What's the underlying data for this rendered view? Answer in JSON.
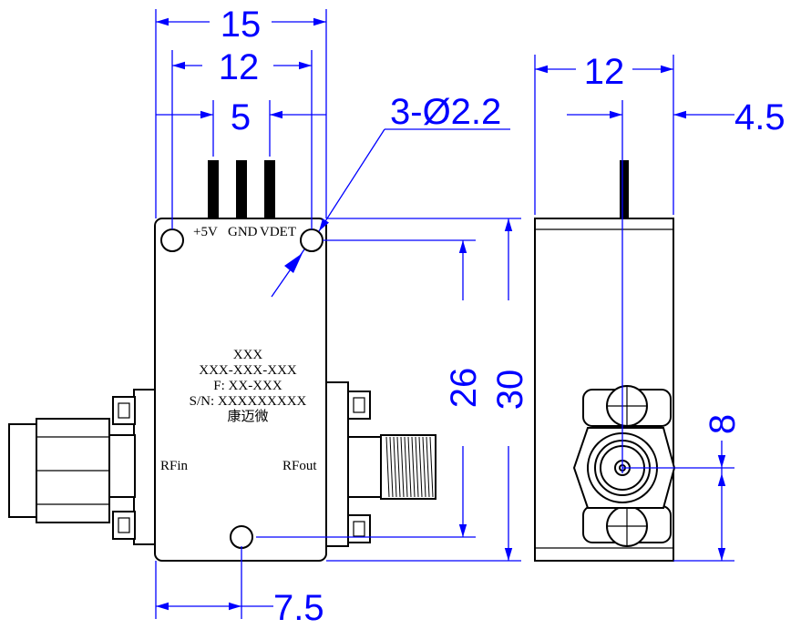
{
  "colors": {
    "dimension": "#0000ff",
    "outline": "#000000",
    "background": "#ffffff"
  },
  "dimensions": {
    "overall_width": "15",
    "hole_spacing": "12",
    "pin_spacing": "5",
    "hole_callout": "3-Ø2.2",
    "hole_vertical": "26",
    "overall_height": "30",
    "bottom_hole_offset": "7.5",
    "side_width": "12",
    "side_offset": "4.5",
    "connector_height": "8"
  },
  "labels": {
    "vcc": "+5V",
    "gnd": "GND",
    "vdet": "VDET",
    "rf_in": "RFin",
    "rf_out": "RFout",
    "model": "XXX",
    "part_number": "XXX-XXX-XXX",
    "frequency": "F: XX-XXX",
    "serial": "S/N: XXXXXXXXX",
    "brand": "康迈微"
  }
}
